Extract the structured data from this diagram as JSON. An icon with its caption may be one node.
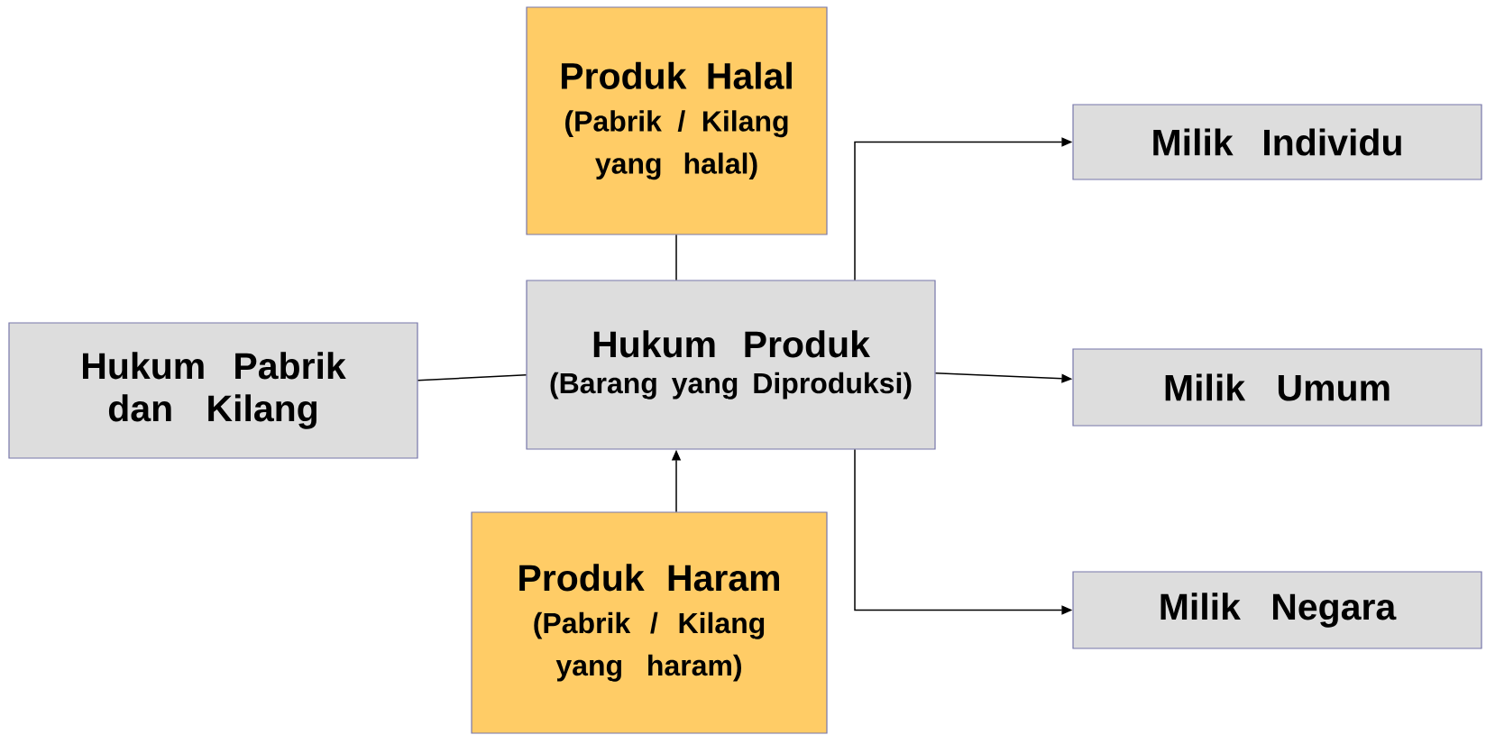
{
  "diagram": {
    "nodes": [
      {
        "text": [
          "Hukum Pabrik dan Kilang"
        ]
      },
      {
        "text": [
          "Produk Halal",
          "(Pabrik / Kilang yang halal)"
        ]
      },
      {
        "text": [
          "Hukum Produk",
          "(Barang yang Diproduksi)"
        ]
      },
      {
        "text": [
          "Produk Haram",
          "(Pabrik / Kilang yang haram)"
        ]
      },
      {
        "text": [
          "Milik Individu"
        ]
      },
      {
        "text": [
          "Milik Umum"
        ]
      },
      {
        "text": [
          "Milik Negara"
        ]
      }
    ],
    "edges": [
      {
        "from": 0,
        "to": 2,
        "arrow": "none"
      },
      {
        "from": 1,
        "to": 2,
        "arrow": "none"
      },
      {
        "from": 3,
        "to": 2,
        "arrow": "to"
      },
      {
        "from": 2,
        "to": 4,
        "arrow": "to"
      },
      {
        "from": 2,
        "to": 5,
        "arrow": "to"
      },
      {
        "from": 2,
        "to": 6,
        "arrow": "to"
      }
    ]
  }
}
